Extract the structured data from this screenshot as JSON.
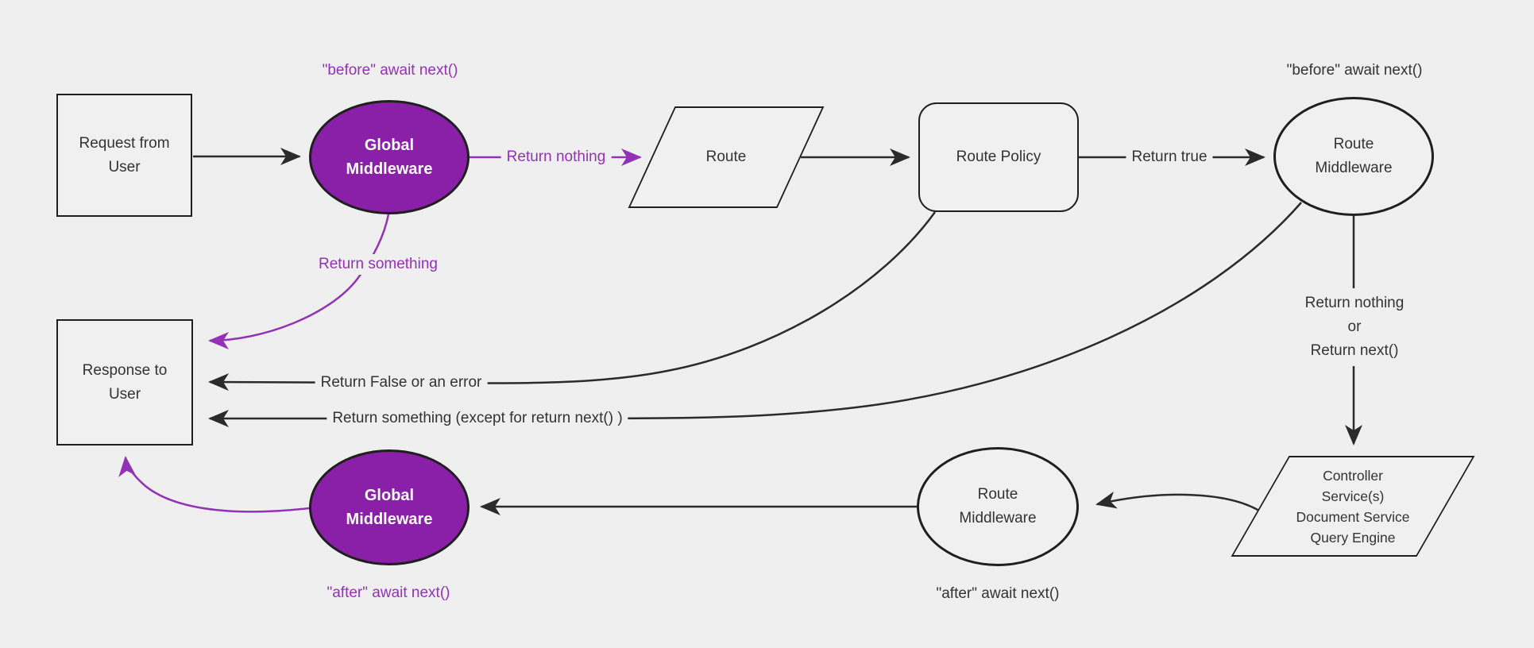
{
  "diagram": {
    "background": "#efefef",
    "colors": {
      "purple_fill": "#8a1fa8",
      "purple_accent": "#9232b4",
      "shape_stroke": "#1f1f1f",
      "edge_stroke": "#2b2b2b",
      "text": "#333333",
      "node_fill": "#f0f0f0"
    },
    "nodes": {
      "request": {
        "line1": "Request from",
        "line2": "User"
      },
      "global_middleware_top": {
        "line1": "Global",
        "line2": "Middleware"
      },
      "route": {
        "label": "Route"
      },
      "route_policy": {
        "label": "Route Policy"
      },
      "route_middleware_top": {
        "line1": "Route",
        "line2": "Middleware"
      },
      "controller": {
        "line1": "Controller",
        "line2": "Service(s)",
        "line3": "Document Service",
        "line4": "Query Engine"
      },
      "route_middleware_bottom": {
        "line1": "Route",
        "line2": "Middleware"
      },
      "global_middleware_bottom": {
        "line1": "Global",
        "line2": "Middleware"
      },
      "response": {
        "line1": "Response to",
        "line2": "User"
      }
    },
    "edge_labels": {
      "before_await_top_left": "\"before\" await next()",
      "before_await_top_right": "\"before\" await next()",
      "return_nothing": "Return nothing",
      "return_true": "Return true",
      "return_nothing_or_1": "Return nothing",
      "return_nothing_or_2": "or",
      "return_nothing_or_3": "Return next()",
      "return_something": "Return something",
      "return_false": "Return False or an error",
      "return_something_except": "Return something (except for return next() )",
      "after_await_bottom_left": "\"after\" await next()",
      "after_await_bottom_middle": "\"after\" await next()"
    }
  }
}
